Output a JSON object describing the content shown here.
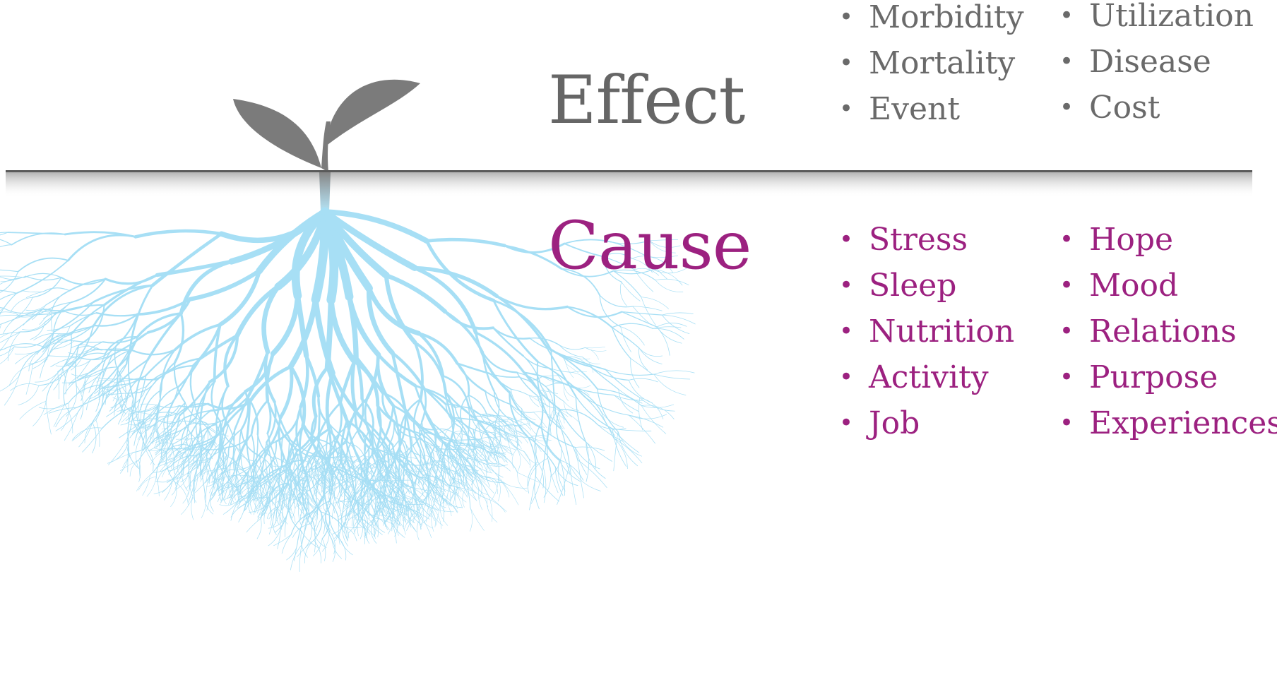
{
  "colors": {
    "effect": "#666666",
    "cause": "#9c2180",
    "roots": "#a7dff5",
    "sprout": "#7b7b7b",
    "ground": "#5a5a5a"
  },
  "illustration": {
    "sprout_icon": "sprout-icon",
    "roots_icon": "roots-icon"
  },
  "effect": {
    "heading": "Effect",
    "bullet": "•",
    "column_1": [
      "Morbidity",
      "Mortality",
      "Event"
    ],
    "column_2": [
      "Utilization",
      "Disease",
      "Cost"
    ]
  },
  "cause": {
    "heading": "Cause",
    "bullet": "•",
    "column_1": [
      "Stress",
      "Sleep",
      "Nutrition",
      "Activity",
      "Job"
    ],
    "column_2": [
      "Hope",
      "Mood",
      "Relations",
      "Purpose",
      "Experiences"
    ]
  }
}
